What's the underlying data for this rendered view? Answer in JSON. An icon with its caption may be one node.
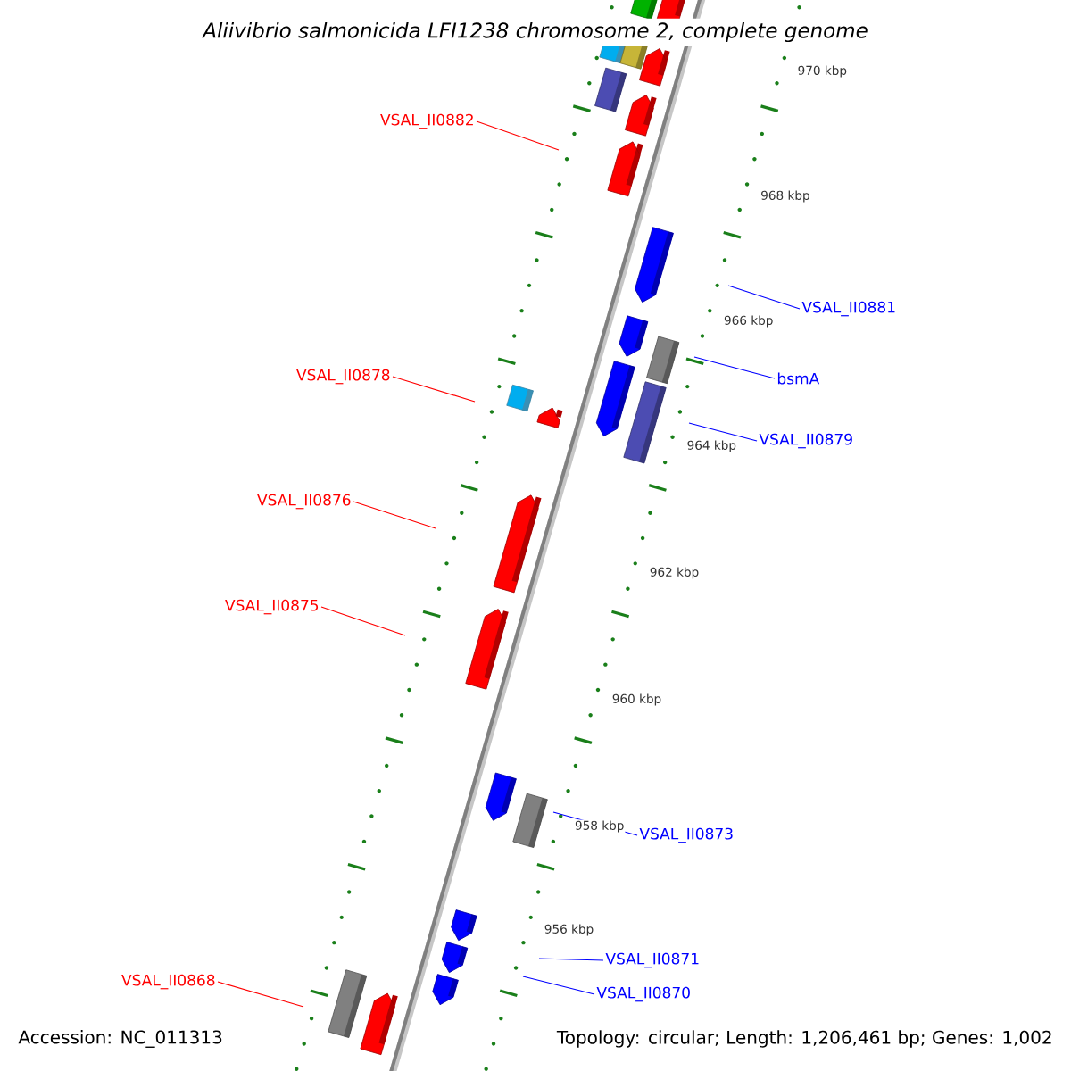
{
  "diagram": {
    "title": "Aliivibrio salmonicida LFI1238 chromosome 2, complete genome",
    "nodes": [
      {
        "text": [
          "VSAL_II0882"
        ]
      },
      {
        "text": [
          "VSAL_II0881"
        ]
      },
      {
        "text": [
          "bsmA"
        ]
      },
      {
        "text": [
          "VSAL_II0879"
        ]
      },
      {
        "text": [
          "VSAL_II0878"
        ]
      },
      {
        "text": [
          "VSAL_II0876"
        ]
      },
      {
        "text": [
          "VSAL_II0875"
        ]
      },
      {
        "text": [
          "VSAL_II0873"
        ]
      },
      {
        "text": [
          "VSAL_II0871"
        ]
      },
      {
        "text": [
          "VSAL_II0870"
        ]
      },
      {
        "text": [
          "VSAL_II0868"
        ]
      }
    ],
    "edges": [
      {
        "from": 0,
        "to": null,
        "arrow": "none",
        "color": "#ff0000"
      },
      {
        "from": 1,
        "to": null,
        "arrow": "none",
        "color": "#0000ff"
      },
      {
        "from": 2,
        "to": null,
        "arrow": "none",
        "color": "#0000ff"
      },
      {
        "from": 3,
        "to": null,
        "arrow": "none",
        "color": "#0000ff"
      },
      {
        "from": 4,
        "to": null,
        "arrow": "none",
        "color": "#ff0000"
      },
      {
        "from": 5,
        "to": null,
        "arrow": "none",
        "color": "#ff0000"
      },
      {
        "from": 6,
        "to": null,
        "arrow": "none",
        "color": "#ff0000"
      },
      {
        "from": 7,
        "to": null,
        "arrow": "none",
        "color": "#0000ff"
      },
      {
        "from": 8,
        "to": null,
        "arrow": "none",
        "color": "#0000ff"
      },
      {
        "from": 9,
        "to": null,
        "arrow": "none",
        "color": "#0000ff"
      },
      {
        "from": 10,
        "to": null,
        "arrow": "none",
        "color": "#ff0000"
      }
    ],
    "labels": [
      "970 kbp",
      "968 kbp",
      "966 kbp",
      "964 kbp",
      "962 kbp",
      "960 kbp",
      "958 kbp",
      "956 kbp",
      "Accession: NC_011313",
      "Topology: circular; Length: 1,206,461 bp; Genes: 1,002"
    ]
  }
}
